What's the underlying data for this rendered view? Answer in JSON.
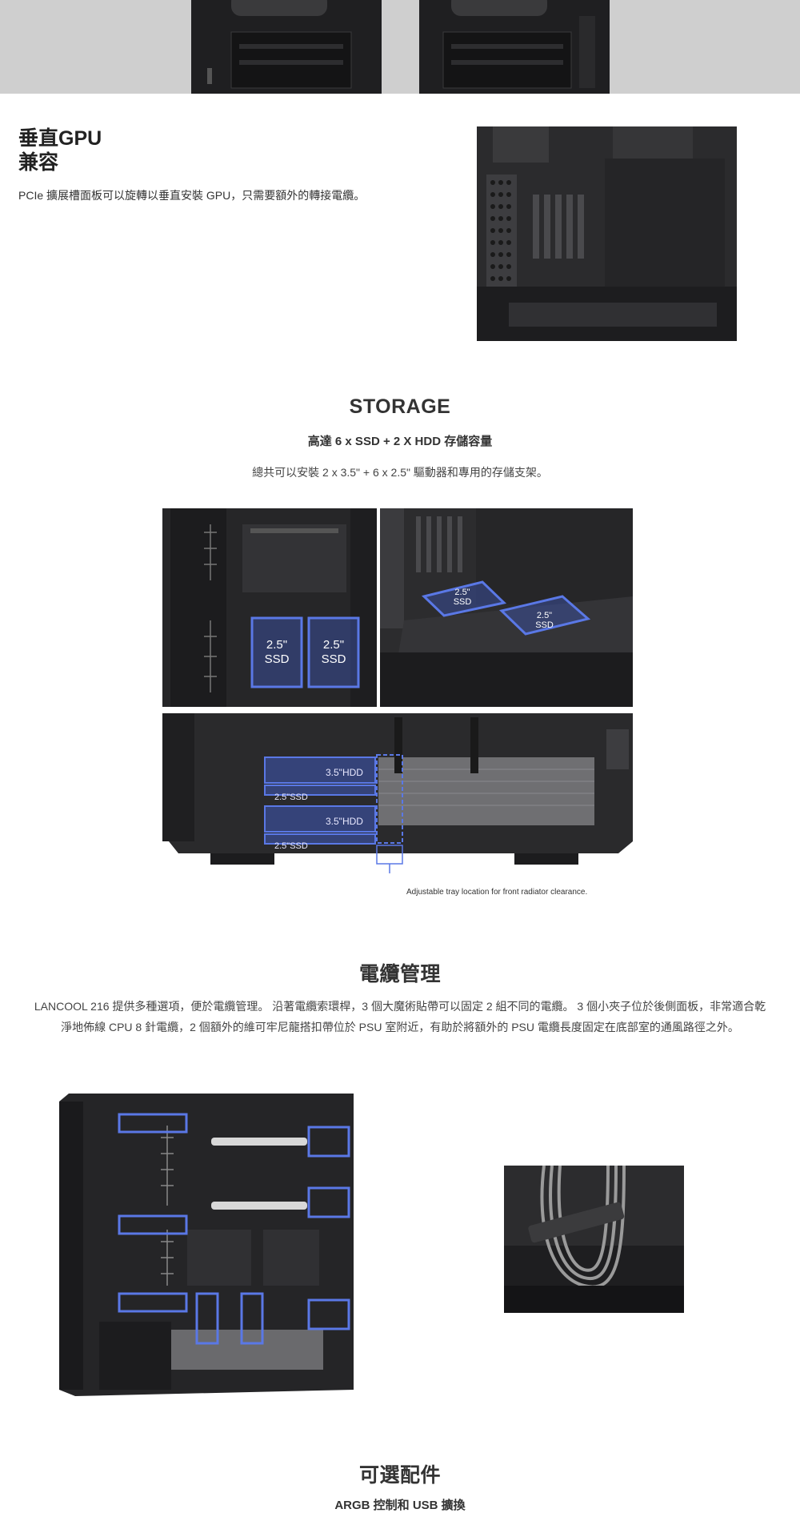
{
  "gpu_section": {
    "title_line1": "垂直GPU",
    "title_line2": "兼容",
    "description": "PCIe 擴展槽面板可以旋轉以垂直安裝 GPU，只需要額外的轉接電纜。"
  },
  "storage_section": {
    "title": "STORAGE",
    "subtitle": "高達 6 x SSD + 2 X HDD 存儲容量",
    "description": "總共可以安裝 2 x 3.5\" + 6 x 2.5\" 驅動器和專用的存儲支架。",
    "ssd_labels": [
      "2.5\"\nSSD",
      "2.5\"\nSSD",
      "2.5\"\nSSD",
      "2.5\"\nSSD"
    ],
    "hdd_label": "3.5\"HDD",
    "ssd_small_label": "2.5\"SSD",
    "annotation": "Adjustable tray location for front radiator clearance."
  },
  "cable_section": {
    "title": "電纜管理",
    "description_line1": "LANCOOL 216 提供多種選項，便於電纜管理。 沿著電纜索環桿，3 個大魔術貼帶可以固定 2 組不同的電纜。 3 個小夾子位於後側面板，非常適合乾",
    "description_line2": "淨地佈線 CPU 8 針電纜，2 個額外的維可牢尼龍搭扣帶位於 PSU 室附近，有助於將額外的 PSU 電纜長度固定在底部室的通風路徑之外。"
  },
  "accessories_section": {
    "title": "可選配件",
    "subtitle": "ARGB 控制和 USB 擴換"
  },
  "colors": {
    "highlight_blue": "#5a78e6",
    "photo_dark": "#2a2a2c",
    "banner_gray": "#cfcfcf"
  }
}
